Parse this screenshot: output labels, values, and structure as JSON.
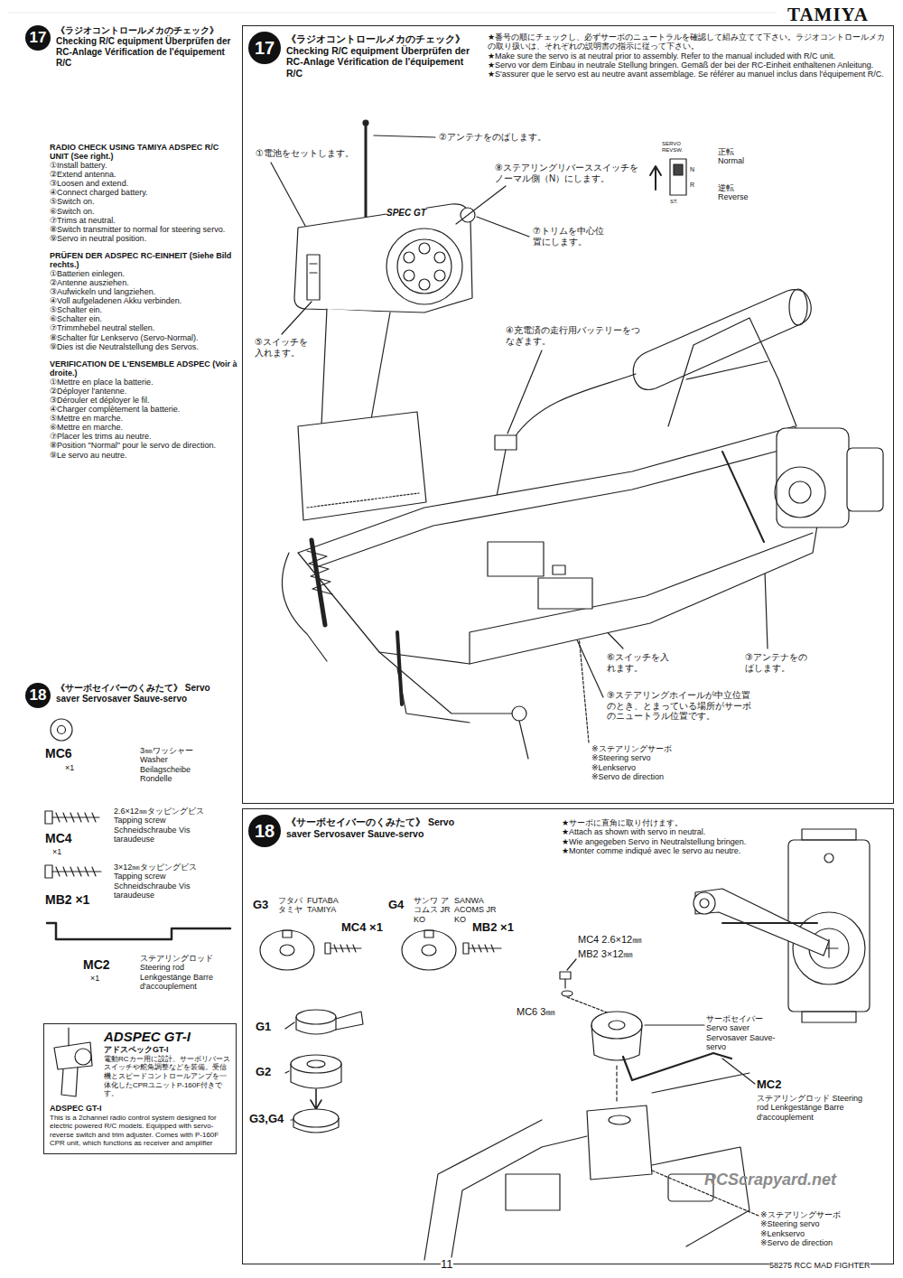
{
  "diagram": {
    "nodes": [
      {
        "text": [
          "17",
          "《ラジオコントロールメカのチェック》 Checking R/C equipment Überprüfen der RC-Anlage Vérification de l'équipement R/C"
        ]
      },
      {
        "text": [
          "《ラジオコントロールメカのチェック》 Checking R/C equipment Überprüfen der RC-Anlage Vérification de l'équipement R/C"
        ]
      },
      {
        "text": [
          "17"
        ],
        "in": 1
      },
      {
        "text": [
          "18",
          "《サーボセイバーのくみたて》 Servo saver Servosaver Sauve-servo"
        ]
      },
      {
        "text": [
          "ADSPEC GT-I",
          "アドスペックGT-I",
          "電動RCカー用に設計、サーボリバーススイッチや舵角調整などを装備。受信機とスピードコントロールアンプを一体化したCPRユニットP-160F付きです。",
          "ADSPEC GT-I",
          "This is a 2channel radio control system designed for electric powered R/C models. Equipped with servo-reverse switch and trim adjuster. Comes with P-160F CPR unit, which functions as receiver and amplifier"
        ]
      },
      {
        "text": [
          "《サーボセイバーのくみたて》 Servo saver Servosaver Sauve-servo"
        ]
      },
      {
        "text": [
          "18"
        ],
        "in": 5
      }
    ],
    "labels": [
      "TAMIYA",
      "RADIO CHECK USING TAMIYA ADSPEC R/C UNIT (See right.)",
      "①Install battery.",
      "②Extend antenna.",
      "③Loosen and extend.",
      "④Connect charged battery.",
      "⑤Switch on.",
      "⑥Switch on.",
      "⑦Trims at neutral.",
      "⑧Switch transmitter to normal for steering servo.",
      "⑨Servo in neutral position.",
      "PRÜFEN DER ADSPEC RC-EINHEIT (Siehe Bild rechts.)",
      "①Batterien einlegen.",
      "②Antenne ausziehen.",
      "③Aufwickeln und langziehen.",
      "④Voll aufgeladenen Akku verbinden.",
      "⑤Schalter ein.",
      "⑥Schalter ein.",
      "⑦Trimmhebel neutral stellen.",
      "⑧Schalter für Lenkservo (Servo-Normal).",
      "⑨Dies ist die Neutralstellung des Servos.",
      "VERIFICATION DE L'ENSEMBLE ADSPEC (Voir à droite.)",
      "①Mettre en place la batterie.",
      "②Déployer l'antenne.",
      "③Dérouler et déployer le fil.",
      "④Charger complètement la batterie.",
      "⑤Mettre en marche.",
      "⑥Mettre en marche.",
      "⑦Placer les trims au neutre.",
      "⑧Position \"Normal\" pour le servo de direction.",
      "⑨Le servo au neutre.",
      "MC6",
      "×1",
      "3㎜ワッシャー Washer Beilagscheibe Rondelle",
      "2.6×12㎜タッピングビス Tapping screw Schneidschraube Vis taraudeuse",
      "MC4",
      "×1",
      "3×12㎜タッピングビス Tapping screw Schneidschraube Vis taraudeuse",
      "MB2 ×1",
      "MC2",
      "×1",
      "ステアリングロッド Steering rod Lenkgestänge Barre d'accouplement",
      "★番号の順にチェックし、必ずサーボのニュートラルを確認して組み立てて下さい。ラジオコントロールメカの取り扱いは、それぞれの説明書の指示に従って下さい。",
      "★Make sure the servo is at neutral prior to assembly. Refer to the manual included with R/C unit.",
      "★Servo vor dem Einbau in neutrale Stellung bringen. Gemäß der bei der RC-Einheit enthaltenen Anleitung.",
      "★S'assurer que le servo est au neutre avant assemblage. Se référer au manuel inclus dans l'équipement R/C.",
      "②アンテナをのばします。",
      "①電池をセットします。",
      "⑧ステアリングリバーススイッチをノーマル側（N）にします。",
      "SERVO REVSW.",
      "N",
      "R",
      "ST.",
      "正転 Normal",
      "逆転 Reverse",
      "⑦トリムを中心位置にします。",
      "SPEC GT",
      "⑤スイッチを入れます。",
      "④充電済の走行用バッテリーをつなぎます。",
      "⑥スイッチを入れます。",
      "③アンテナをのばします。",
      "⑨ステアリングホイールが中立位置のとき、とまっている場所がサーボのニュートラル位置です。",
      "※ステアリングサーボ",
      "※Steering servo",
      "※Lenkservo",
      "※Servo de direction",
      "★サーボに直角に取り付けます。",
      "★Attach as shown with servo in neutral.",
      "★Wie angegeben Servo in Neutralstellung bringen.",
      "★Monter comme indiqué avec le servo au neutre.",
      "G3",
      "フタバ タミヤ",
      "FUTABA TAMIYA",
      "G4",
      "サンワ アコムス JR KO",
      "SANWA ACOMS JR KO",
      "MC4 ×1",
      "MB2 ×1",
      "G1",
      "G2",
      "G3,G4",
      "MC4 2.6×12㎜",
      "MB2 3×12㎜",
      "MC6 3㎜",
      "サーボセイバー Servo saver Servosaver Sauve-servo",
      "MC2",
      "ステアリングロッド Steering rod Lenkgestänge Barre d'accouplement",
      "※ステアリングサーボ",
      "※Steering servo",
      "※Lenkservo",
      "※Servo de direction",
      "11",
      "58275 RCC MAD FIGHTER",
      "RCScrapyard.net"
    ]
  }
}
